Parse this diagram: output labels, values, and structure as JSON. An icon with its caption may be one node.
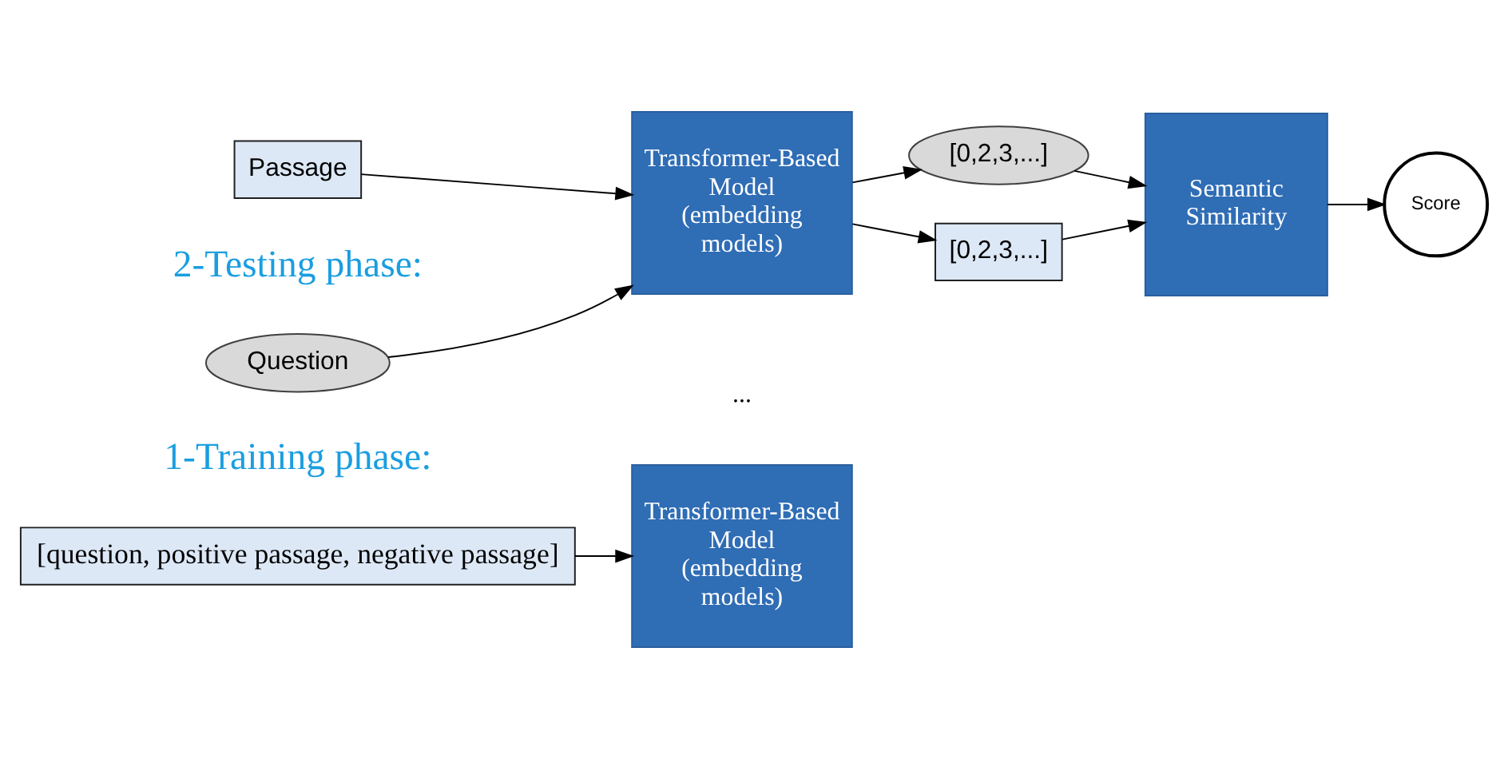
{
  "diagram": {
    "nodes": [
      {
        "text": [
          "[question, positive passage, negative passage]"
        ]
      },
      {
        "text": [
          "Transformer-Based Model (embedding models)"
        ]
      },
      {
        "text": [
          "Question"
        ]
      },
      {
        "text": [
          "Passage"
        ]
      },
      {
        "text": [
          "Transformer-Based Model (embedding models)"
        ]
      },
      {
        "text": [
          "[0,2,3,...]"
        ]
      },
      {
        "text": [
          "[0,2,3,...]"
        ]
      },
      {
        "text": [
          "Semantic Similarity"
        ]
      },
      {
        "text": [
          "Score"
        ]
      }
    ],
    "edges": [
      {
        "from": 0,
        "to": 1,
        "arrow": "to"
      },
      {
        "from": 2,
        "to": 4,
        "arrow": "to"
      },
      {
        "from": 3,
        "to": 4,
        "arrow": "to"
      },
      {
        "from": 4,
        "to": 5,
        "arrow": "to"
      },
      {
        "from": 4,
        "to": 6,
        "arrow": "to"
      },
      {
        "from": 5,
        "to": 7,
        "arrow": "to"
      },
      {
        "from": 6,
        "to": 7,
        "arrow": "to"
      },
      {
        "from": 7,
        "to": 8,
        "arrow": "to"
      }
    ],
    "labels": [
      "1-Training phase:",
      "...",
      "2-Testing phase:"
    ]
  }
}
